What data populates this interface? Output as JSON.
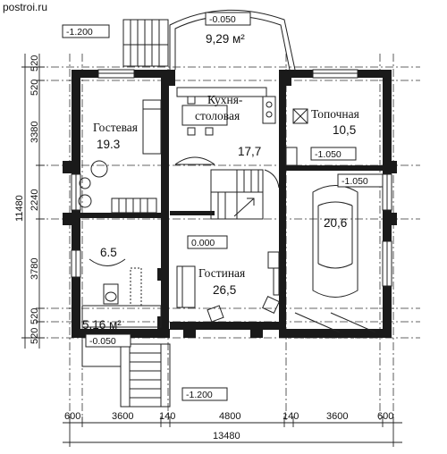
{
  "site": {
    "watermark": "postroi.ru"
  },
  "levels": {
    "top_left": "-1.200",
    "bay": "-0.050",
    "boiler": "-1.050",
    "garage": "-1.050",
    "main": "0.000",
    "entrance": "-0.050",
    "bottom": "-1.200"
  },
  "bay": {
    "area": "9,29 м²"
  },
  "rooms": {
    "kitchen": {
      "line1": "Кухня-",
      "line2": "столовая",
      "area": "17,7"
    },
    "guest": {
      "name": "Гостевая",
      "area": "19.3"
    },
    "boiler": {
      "name": "Топочная",
      "area": "10,5"
    },
    "garage": {
      "area": "20,6"
    },
    "bath": {
      "area": "6.5"
    },
    "living": {
      "name": "Гостиная",
      "area": "26,5"
    },
    "porch": {
      "area": "5,16 м²"
    }
  },
  "dimensions": {
    "bottom": [
      "600",
      "3600",
      "140",
      "4800",
      "140",
      "3600",
      "600"
    ],
    "total": "13480",
    "left": [
      "520",
      "520",
      "3380",
      "2240",
      "3780",
      "520",
      "520"
    ],
    "left_total": "11480"
  }
}
